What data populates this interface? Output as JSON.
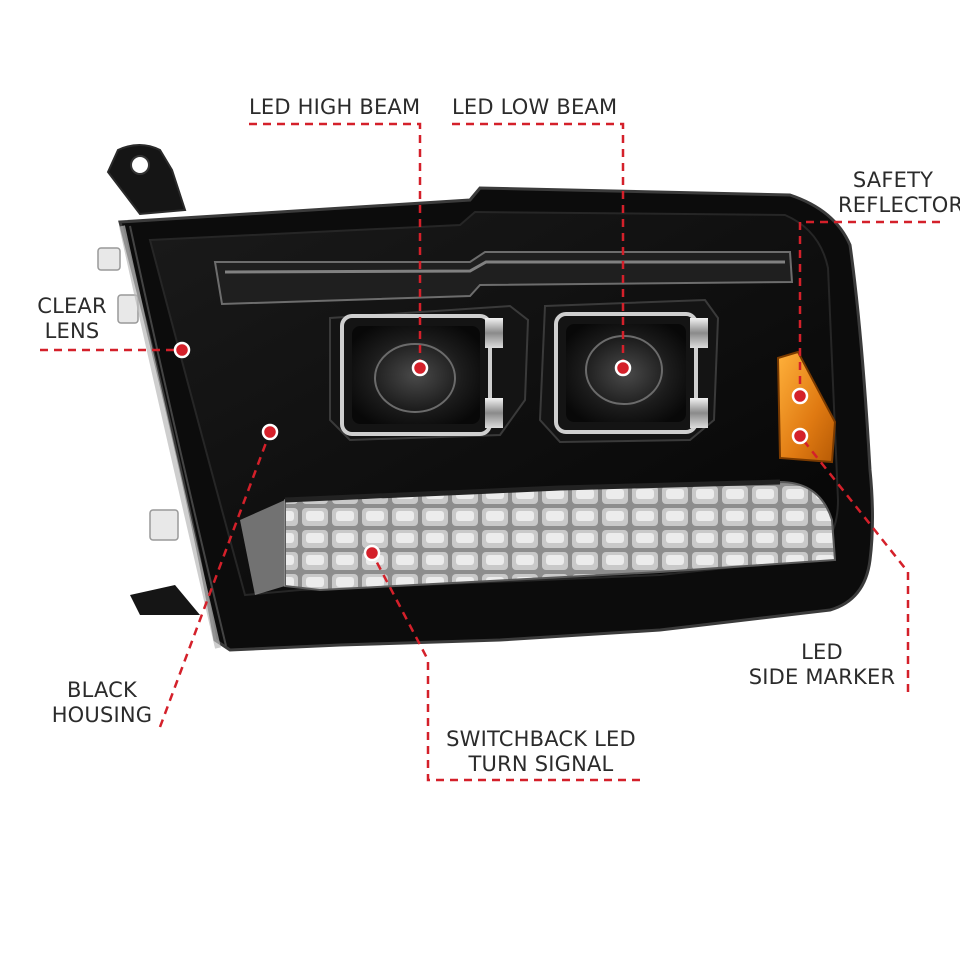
{
  "diagram": {
    "accent_color": "#d4202a",
    "labels": {
      "high_beam": {
        "line1": "LED HIGH BEAM"
      },
      "low_beam": {
        "line1": "LED LOW BEAM"
      },
      "safety_reflector": {
        "line1": "SAFETY",
        "line2": "REFLECTOR"
      },
      "clear_lens": {
        "line1": "CLEAR",
        "line2": "LENS"
      },
      "side_marker": {
        "line1": "LED",
        "line2": "SIDE MARKER"
      },
      "black_housing": {
        "line1": "BLACK",
        "line2": "HOUSING"
      },
      "turn_signal": {
        "line1": "SWITCHBACK LED",
        "line2": "TURN SIGNAL"
      }
    }
  }
}
